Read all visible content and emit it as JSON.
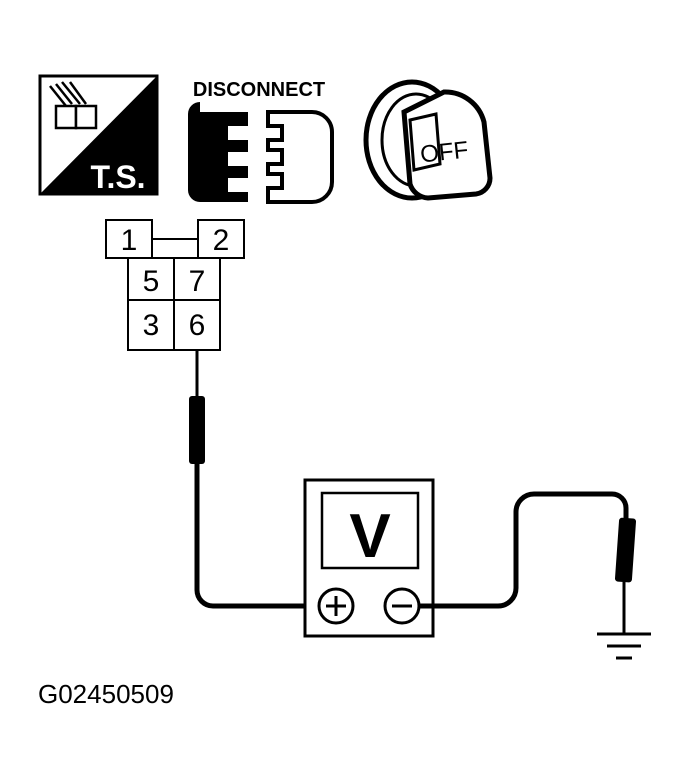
{
  "icons": {
    "ts_label": "T.S.",
    "disconnect_label": "DISCONNECT",
    "key_label": "OFF"
  },
  "connector": {
    "pins": [
      "1",
      "2",
      "5",
      "7",
      "3",
      "6"
    ]
  },
  "meter": {
    "display": "V",
    "positive_symbol": "+",
    "negative_symbol": "−"
  },
  "figure_id": "G02450509",
  "colors": {
    "ink": "#000000",
    "paper": "#ffffff"
  }
}
